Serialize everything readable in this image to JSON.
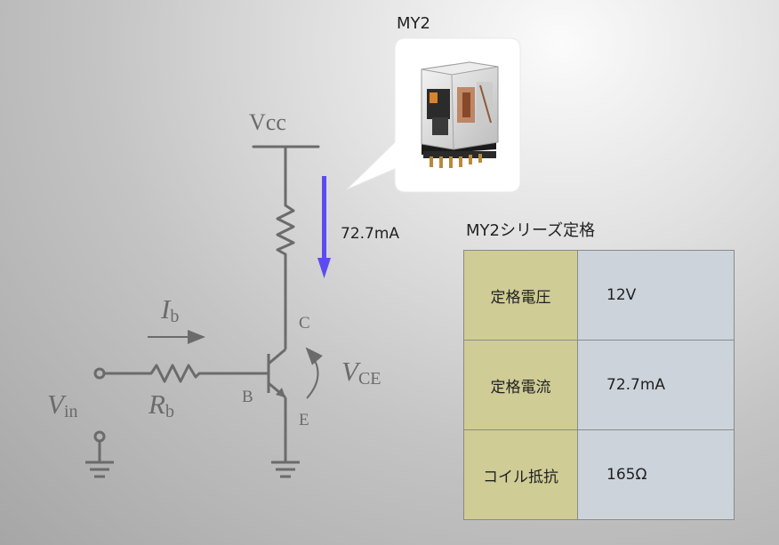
{
  "relay": {
    "model_label": "MY2",
    "current_label": "72.7mA"
  },
  "circuit": {
    "vcc": "Vcc",
    "ib": {
      "symbol": "I",
      "sub": "b"
    },
    "rb": {
      "symbol": "R",
      "sub": "b"
    },
    "vin": {
      "symbol": "V",
      "sub": "in"
    },
    "vce": {
      "symbol": "V",
      "sub": "CE"
    },
    "collector": "C",
    "base": "B",
    "emitter": "E"
  },
  "spec": {
    "title": "MY2シリーズ定格",
    "rows": [
      {
        "label": "定格電圧",
        "value": "12V"
      },
      {
        "label": "定格電流",
        "value": "72.7mA"
      },
      {
        "label": "コイル抵抗",
        "value": "165Ω"
      }
    ]
  },
  "colors": {
    "wire": "#6b6b6b",
    "current_arrow": "#5d4bf2",
    "table_key_bg": "#cfcc96",
    "table_value_bg": "#ccd3db"
  }
}
